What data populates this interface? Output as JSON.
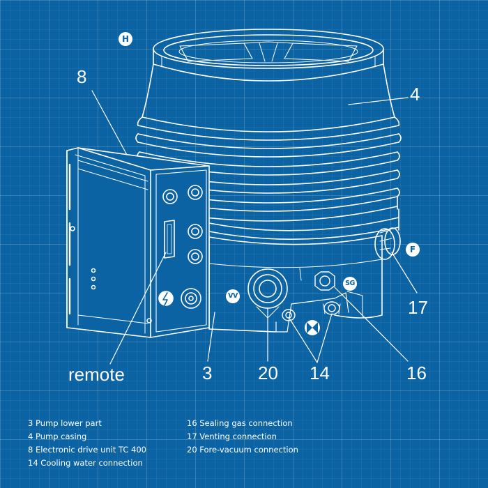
{
  "callouts": {
    "c8": "8",
    "c4": "4",
    "c17": "17",
    "c16": "16",
    "c14": "14",
    "c20": "20",
    "c3": "3",
    "remote": "remote"
  },
  "badges": {
    "H": "H",
    "F": "F",
    "SG": "SG",
    "VV": "VV"
  },
  "legend": {
    "left": [
      "3 Pump lower part",
      "4 Pump casing",
      "8 Electronic drive unit TC 400",
      "14 Cooling water connection"
    ],
    "right": [
      "16 Sealing gas connection",
      "17 Venting connection",
      "20 Fore-vacuum connection"
    ]
  },
  "colors": {
    "background": "#0b63a3",
    "line": "#ffffff"
  }
}
